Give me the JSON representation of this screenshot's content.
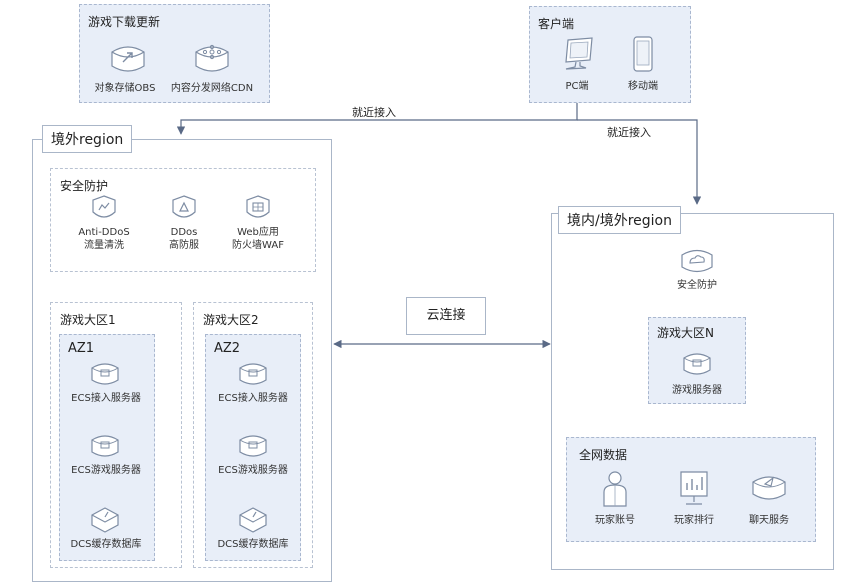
{
  "download": {
    "title": "游戏下载更新",
    "obs": "对象存储OBS",
    "cdn": "内容分发网络CDN"
  },
  "client": {
    "title": "客户端",
    "pc": "PC端",
    "mobile": "移动端"
  },
  "edges": {
    "near_access_left": "就近接入",
    "near_access_right": "就近接入",
    "cloud_connect": "云连接"
  },
  "overseas": {
    "title": "境外region",
    "security": {
      "title": "安全防护",
      "anti_ddos": "Anti-DDoS\n流量清洗",
      "ddos": "DDos\n高防服",
      "waf": "Web应用\n防火墙WAF"
    },
    "zone1": {
      "title": "游戏大区1",
      "az": "AZ1",
      "ecs_access": "ECS接入服务器",
      "ecs_game": "ECS游戏服务器",
      "dcs": "DCS缓存数据库"
    },
    "zone2": {
      "title": "游戏大区2",
      "az": "AZ2",
      "ecs_access": "ECS接入服务器",
      "ecs_game": "ECS游戏服务器",
      "dcs": "DCS缓存数据库"
    }
  },
  "domestic": {
    "title": "境内/境外region",
    "security": "安全防护",
    "zone_n": {
      "title": "游戏大区N",
      "server": "游戏服务器"
    },
    "global_data": {
      "title": "全网数据",
      "account": "玩家账号",
      "ranking": "玩家排行",
      "chat": "聊天服务"
    }
  },
  "colors": {
    "group_fill": "#e8eef8",
    "group_border": "#a9b7cf",
    "arrow": "#5a6a86",
    "icon_stroke": "#7d8ca3"
  }
}
